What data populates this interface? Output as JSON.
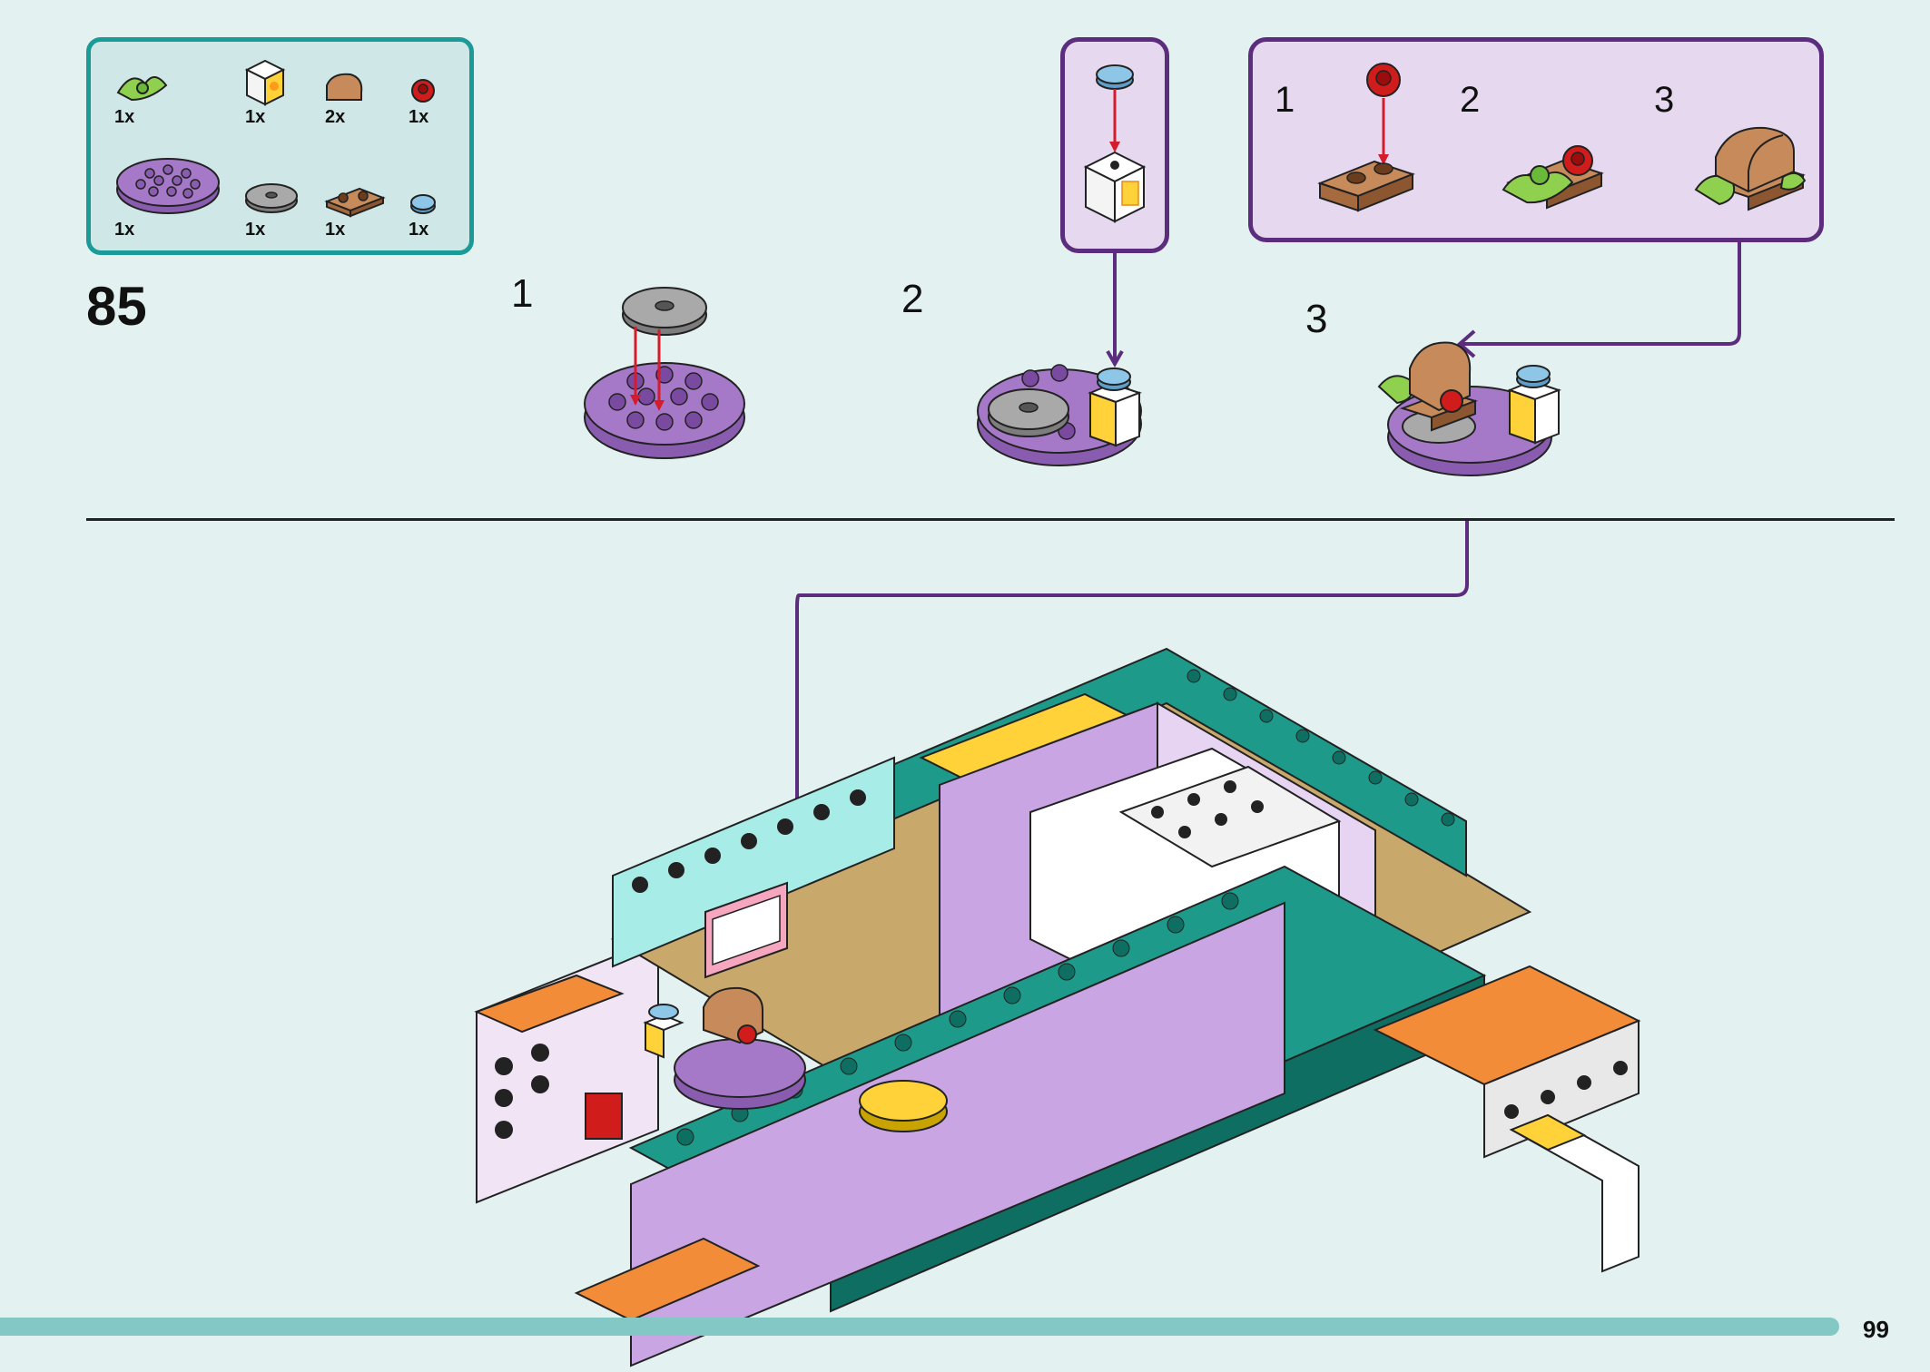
{
  "step": {
    "number": "85"
  },
  "parts": {
    "row1": [
      {
        "name": "leaf-icon",
        "qty": "1x"
      },
      {
        "name": "printed-tile-icon",
        "qty": "1x"
      },
      {
        "name": "curved-slope-icon",
        "qty": "2x"
      },
      {
        "name": "red-flower-icon",
        "qty": "1x"
      }
    ],
    "row2": [
      {
        "name": "round-plate-purple-icon",
        "qty": "1x"
      },
      {
        "name": "round-tile-gray-icon",
        "qty": "1x"
      },
      {
        "name": "plate-1x2-brown-icon",
        "qty": "1x"
      },
      {
        "name": "round-tile-blue-icon",
        "qty": "1x"
      }
    ]
  },
  "substeps": [
    "1",
    "2",
    "3"
  ],
  "callout_b": {
    "steps": [
      "1",
      "2",
      "3"
    ]
  },
  "colors": {
    "accent": "#1a9b97",
    "callout": "#5b2d7c",
    "purple": "#a678c8",
    "bg": "#e3f1f1"
  },
  "page": {
    "number": "99"
  }
}
